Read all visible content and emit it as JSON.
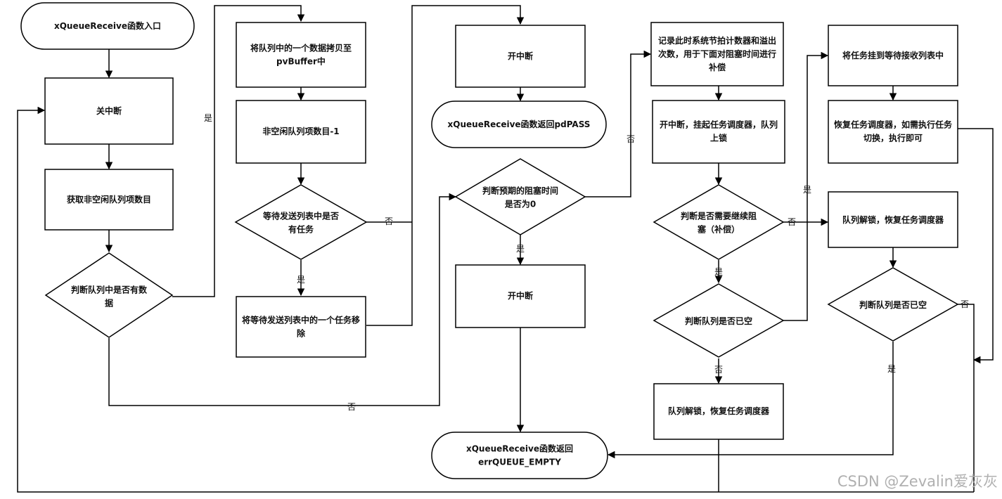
{
  "nodes": {
    "n_start": {
      "lines": [
        "xQueueReceive函数入口"
      ]
    },
    "n_disable_int_1": {
      "lines": [
        "关中断"
      ]
    },
    "n_get_count": {
      "lines": [
        "获取非空闲队列项数目"
      ]
    },
    "n_has_data": {
      "lines": [
        "判断队列中是否有数",
        "据"
      ]
    },
    "n_copy": {
      "lines": [
        "将队列中的一个数据拷贝至",
        "pvBuffer中"
      ]
    },
    "n_dec": {
      "lines": [
        "非空闲队列项数目-1"
      ]
    },
    "n_wait_send": {
      "lines": [
        "等待发送列表中是否",
        "有任务"
      ]
    },
    "n_remove": {
      "lines": [
        "将等待发送列表中的一个任务移",
        "除"
      ]
    },
    "n_enable_int_1": {
      "lines": [
        "开中断"
      ]
    },
    "n_return_pass": {
      "lines": [
        "xQueueReceive函数返回pdPASS"
      ]
    },
    "n_block_zero": {
      "lines": [
        "判断预期的阻塞时间",
        "是否为0"
      ]
    },
    "n_enable_int_2": {
      "lines": [
        "开中断"
      ]
    },
    "n_return_empty": {
      "lines": [
        "xQueueReceive函数返回",
        "errQUEUE_EMPTY"
      ]
    },
    "n_record": {
      "lines": [
        "记录此时系统节拍计数器和溢出",
        "次数，用于下面对阻塞时间进行",
        "补偿"
      ]
    },
    "n_suspend": {
      "lines": [
        "开中断，挂起任务调度器，队列",
        "上锁"
      ]
    },
    "n_need_block": {
      "lines": [
        "判断是否需要继续阻",
        "塞（补偿）"
      ]
    },
    "n_empty_1": {
      "lines": [
        "判断队列是否已空"
      ]
    },
    "n_unlock_1": {
      "lines": [
        "队列解锁，恢复任务调度器"
      ]
    },
    "n_hang": {
      "lines": [
        "将任务挂到等待接收列表中"
      ]
    },
    "n_resume": {
      "lines": [
        "恢复任务调度器，如需执行任务",
        "切换，执行即可"
      ]
    },
    "n_unlock_2": {
      "lines": [
        "队列解锁，恢复任务调度器"
      ]
    },
    "n_empty_2": {
      "lines": [
        "判断队列是否已空"
      ]
    }
  },
  "edge_labels": {
    "yes_has_data": "是",
    "no_has_data": "否",
    "yes_wait_send": "是",
    "no_wait_send": "否",
    "no_block_zero": "否",
    "yes_block_zero": "是",
    "yes_need_block": "是",
    "no_need_block": "否",
    "yes_empty_1": "是",
    "no_empty_1": "否",
    "yes_empty_2": "是",
    "no_empty_2": "否"
  },
  "watermark": "CSDN @Zevalin爱灰灰"
}
